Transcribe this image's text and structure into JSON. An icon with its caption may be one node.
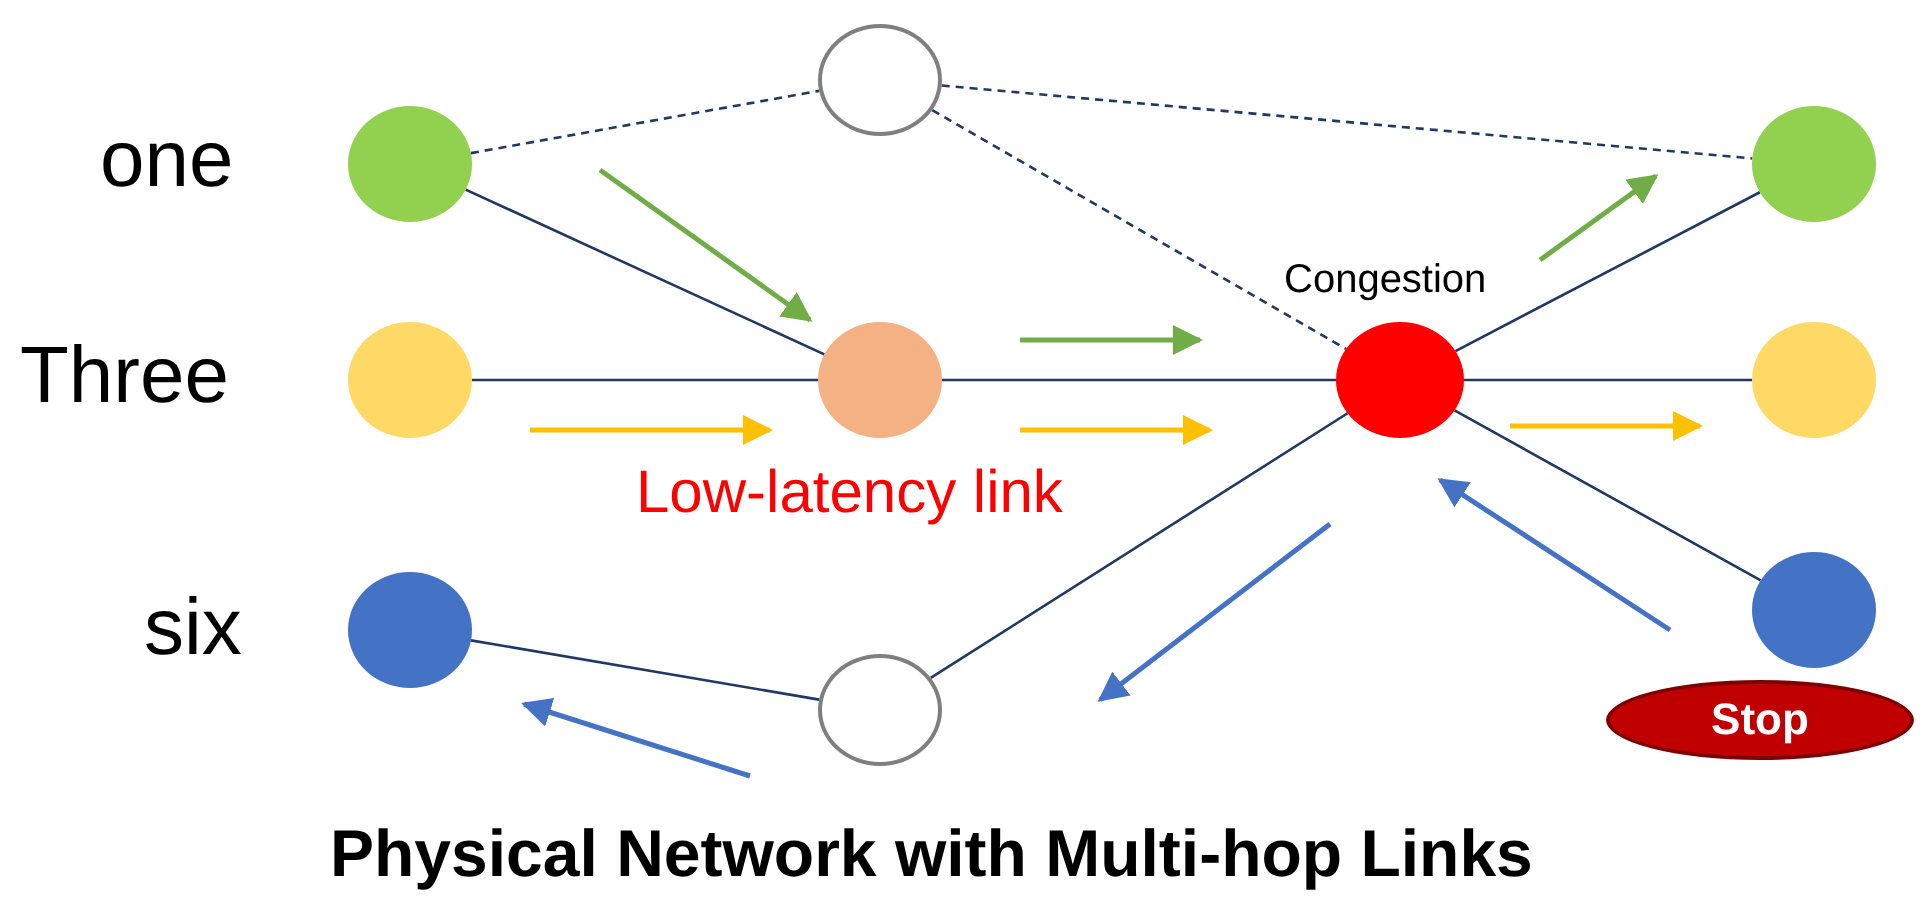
{
  "diagram": {
    "title": "Physical Network with Multi-hop Links",
    "nodes": [
      {
        "text": [],
        "shape": "circle"
      },
      {
        "text": [],
        "shape": "circle"
      },
      {
        "text": [],
        "shape": "circle"
      },
      {
        "text": [],
        "shape": "circle"
      },
      {
        "text": [],
        "shape": "circle"
      },
      {
        "text": [],
        "shape": "circle"
      },
      {
        "text": [],
        "shape": "circle",
        "beside": [
          "Congestion"
        ]
      },
      {
        "text": [],
        "shape": "circle"
      },
      {
        "text": [],
        "shape": "circle"
      },
      {
        "text": [],
        "shape": "circle"
      },
      {
        "text": [
          "Stop"
        ]
      }
    ],
    "edges": [
      {
        "from": 0,
        "to": 1,
        "arrow": "none",
        "style": "dashed"
      },
      {
        "from": 0,
        "to": 3,
        "arrow": "none"
      },
      {
        "from": 1,
        "to": 6,
        "arrow": "none",
        "style": "dashed"
      },
      {
        "from": 1,
        "to": 7,
        "arrow": "none",
        "style": "dashed"
      },
      {
        "from": 2,
        "to": 3,
        "arrow": "none"
      },
      {
        "from": 3,
        "to": 6,
        "arrow": "none"
      },
      {
        "from": 4,
        "to": 5,
        "arrow": "none"
      },
      {
        "from": 5,
        "to": 6,
        "arrow": "none"
      },
      {
        "from": 6,
        "to": 7,
        "arrow": "none"
      },
      {
        "from": 6,
        "to": 8,
        "arrow": "none"
      },
      {
        "from": 6,
        "to": 9,
        "arrow": "none"
      }
    ],
    "labels": [
      "one",
      "Three",
      "six",
      "Low-latency link"
    ]
  }
}
